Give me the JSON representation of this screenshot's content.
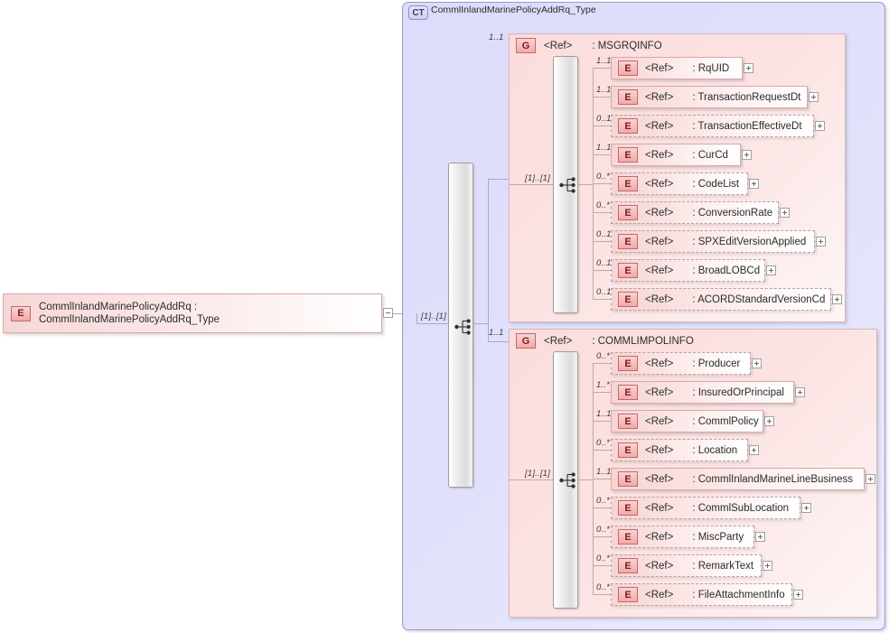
{
  "diagram": {
    "kind": "xml-schema-diagram",
    "colors": {
      "complex_type_bg": "#dcdcfb",
      "complex_type_border": "#9a9ac6",
      "group_bg": "#fbdcdc",
      "group_border": "#d9b6b6",
      "element_bg": "#f6d4d4",
      "element_border": "#d9a7a7",
      "badge_bg": "#f2a9a9",
      "badge_text": "#7d2020",
      "connector_line": "#c0a8a8"
    }
  },
  "root_element": {
    "badge": "E",
    "badge_icon": "element-badge-icon",
    "label": "CommlInlandMarinePolicyAddRq : CommlInlandMarinePolicyAddRq_Type",
    "expander": "minus",
    "expander_icon": "minus-box-icon"
  },
  "complex_type": {
    "badge": "CT",
    "badge_icon": "complex-type-badge-icon",
    "title": "CommlInlandMarinePolicyAddRq_Type",
    "sequence_cardinality": "[1]..[1]",
    "sequence_icon": "sequence-compositor-icon"
  },
  "groups": [
    {
      "badge": "G",
      "badge_icon": "group-badge-icon",
      "ref": "<Ref>",
      "name": ": MSGRQINFO",
      "cardinality": "1..1",
      "sequence_cardinality": "[1]..[1]",
      "sequence_icon": "sequence-compositor-icon",
      "elements": [
        {
          "badge": "E",
          "ref": "<Ref>",
          "name": ": RqUID",
          "cardinality": "1..1",
          "optional": false,
          "expander": "plus"
        },
        {
          "badge": "E",
          "ref": "<Ref>",
          "name": ": TransactionRequestDt",
          "cardinality": "1..1",
          "optional": false,
          "expander": "plus"
        },
        {
          "badge": "E",
          "ref": "<Ref>",
          "name": ": TransactionEffectiveDt",
          "cardinality": "0..1",
          "optional": true,
          "expander": "plus"
        },
        {
          "badge": "E",
          "ref": "<Ref>",
          "name": ": CurCd",
          "cardinality": "1..1",
          "optional": false,
          "expander": "plus"
        },
        {
          "badge": "E",
          "ref": "<Ref>",
          "name": ": CodeList",
          "cardinality": "0..*",
          "optional": true,
          "expander": "plus"
        },
        {
          "badge": "E",
          "ref": "<Ref>",
          "name": ": ConversionRate",
          "cardinality": "0..*",
          "optional": true,
          "expander": "plus"
        },
        {
          "badge": "E",
          "ref": "<Ref>",
          "name": ": SPXEditVersionApplied",
          "cardinality": "0..1",
          "optional": true,
          "expander": "plus"
        },
        {
          "badge": "E",
          "ref": "<Ref>",
          "name": ": BroadLOBCd",
          "cardinality": "0..1",
          "optional": true,
          "expander": "plus"
        },
        {
          "badge": "E",
          "ref": "<Ref>",
          "name": ": ACORDStandardVersionCd",
          "cardinality": "0..1",
          "optional": true,
          "expander": "plus"
        }
      ]
    },
    {
      "badge": "G",
      "badge_icon": "group-badge-icon",
      "ref": "<Ref>",
      "name": ": COMMLIMPOLINFO",
      "cardinality": "1..1",
      "sequence_cardinality": "[1]..[1]",
      "sequence_icon": "sequence-compositor-icon",
      "elements": [
        {
          "badge": "E",
          "ref": "<Ref>",
          "name": ": Producer",
          "cardinality": "0..*",
          "optional": true,
          "expander": "plus"
        },
        {
          "badge": "E",
          "ref": "<Ref>",
          "name": ": InsuredOrPrincipal",
          "cardinality": "1..*",
          "optional": false,
          "expander": "plus"
        },
        {
          "badge": "E",
          "ref": "<Ref>",
          "name": ": CommlPolicy",
          "cardinality": "1..1",
          "optional": false,
          "expander": "plus"
        },
        {
          "badge": "E",
          "ref": "<Ref>",
          "name": ": Location",
          "cardinality": "0..*",
          "optional": true,
          "expander": "plus"
        },
        {
          "badge": "E",
          "ref": "<Ref>",
          "name": ": CommlInlandMarineLineBusiness",
          "cardinality": "1..1",
          "optional": false,
          "expander": "plus"
        },
        {
          "badge": "E",
          "ref": "<Ref>",
          "name": ": CommlSubLocation",
          "cardinality": "0..*",
          "optional": true,
          "expander": "plus"
        },
        {
          "badge": "E",
          "ref": "<Ref>",
          "name": ": MiscParty",
          "cardinality": "0..*",
          "optional": true,
          "expander": "plus"
        },
        {
          "badge": "E",
          "ref": "<Ref>",
          "name": ": RemarkText",
          "cardinality": "0..*",
          "optional": true,
          "expander": "plus"
        },
        {
          "badge": "E",
          "ref": "<Ref>",
          "name": ": FileAttachmentInfo",
          "cardinality": "0..*",
          "optional": true,
          "expander": "plus"
        }
      ]
    }
  ]
}
